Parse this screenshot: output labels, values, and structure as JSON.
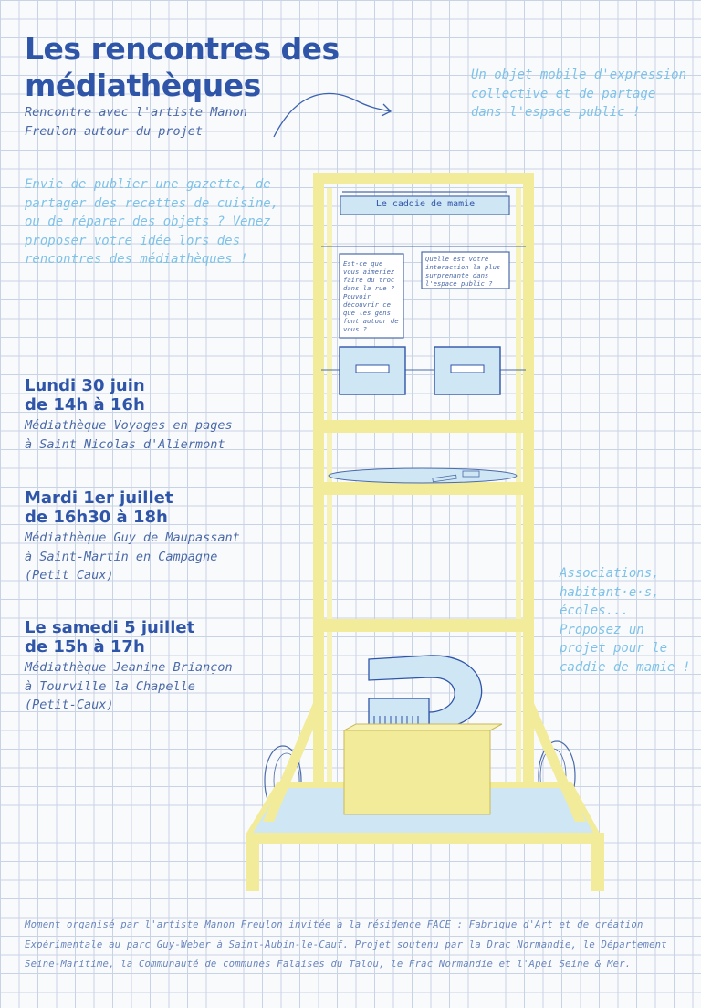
{
  "header": {
    "title_line1": "Les rencontres des",
    "title_line2": "médiathèques",
    "subtitle": "Rencontre avec l'artiste Manon Freulon autour du projet"
  },
  "intro_right": "Un objet mobile d'expression collective et de partage dans l'espace public !",
  "intro_left": "Envie de publier une gazette, de partager des recettes de cuisine, ou de réparer des objets ? Venez proposer votre idée lors des rencontres des médiathèques !",
  "events": [
    {
      "date": "Lundi 30 juin\nde 14h à 16h",
      "place": "Médiathèque Voyages en pages\nà Saint Nicolas d'Aliermont"
    },
    {
      "date": "Mardi 1er juillet\nde 16h30 à 18h",
      "place": "Médiathèque Guy de Maupassant\nà Saint-Martin en Campagne\n(Petit Caux)"
    },
    {
      "date": "Le samedi 5 juillet\nde 15h à 17h",
      "place": "Médiathèque Jeanine Briançon\nà Tourville la Chapelle\n(Petit-Caux)"
    }
  ],
  "side_note": "Associations, habitant·e·s, écoles... Proposez un projet pour le caddie de mamie !",
  "illustration": {
    "sign": "Le caddie de mamie",
    "card_left": "Est-ce que vous aimeriez faire du troc dans la rue ? Pouvoir découvrir ce que les gens font autour de vous ?",
    "card_right": "Quelle est votre interaction la plus surprenante dans l'espace public ?"
  },
  "footer": "Moment organisé par l'artiste Manon Freulon invitée à la résidence FACE : Fabrique d'Art et de création Expérimentale au parc Guy-Weber à Saint-Aubin-le-Cauf. Projet soutenu par la Drac Normandie, le Département Seine-Maritime, la Communauté de communes Falaises du Talou, le Frac Normandie et l'Apei Seine & Mer.",
  "colors": {
    "title_blue": "#2f55a8",
    "light_blue": "#7fc2e8",
    "frame_yellow": "#f2ec9a",
    "grid": "#c9d3e6"
  }
}
